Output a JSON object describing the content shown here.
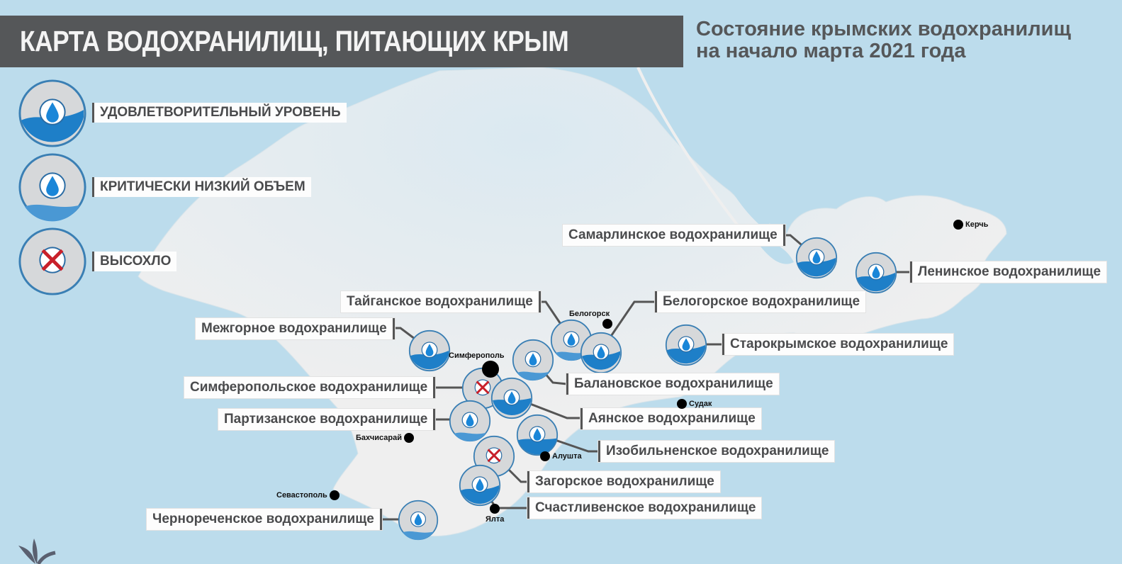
{
  "header": {
    "title": "КАРТА ВОДОХРАНИЛИЩ, ПИТАЮЩИХ КРЫМ",
    "subtitle_line1": "Состояние крымских водохранилищ",
    "subtitle_line2": "на начало марта 2021 года"
  },
  "legend": {
    "items": [
      {
        "status": "satisfactory",
        "label": "УДОВЛЕТВОРИТЕЛЬНЫЙ УРОВЕНЬ"
      },
      {
        "status": "critical",
        "label": "КРИТИЧЕСКИ НИЗКИЙ ОБЪЕМ"
      },
      {
        "status": "dry",
        "label": "ВЫСОХЛО"
      }
    ]
  },
  "colors": {
    "sea": "#bcdcec",
    "land": "#efefef",
    "title_bar": "#555759",
    "water_fill": "#1e7fc8",
    "icon_ring": "#3a7fb4",
    "icon_bg": "#d6d8da",
    "dry_cross": "#c8202a",
    "city_dot": "#000000"
  },
  "reservoirs": [
    {
      "name": "Самарлинское водохранилище",
      "status": "satisfactory"
    },
    {
      "name": "Ленинское водохранилище",
      "status": "satisfactory"
    },
    {
      "name": "Тайганское водохранилище",
      "status": "critical"
    },
    {
      "name": "Белогорское водохранилище",
      "status": "satisfactory"
    },
    {
      "name": "Межгорное водохранилище",
      "status": "satisfactory"
    },
    {
      "name": "Старокрымское водохранилище",
      "status": "satisfactory"
    },
    {
      "name": "Балановское водохранилище",
      "status": "critical"
    },
    {
      "name": "Симферопольское водохранилище",
      "status": "dry"
    },
    {
      "name": "Аянское водохранилище",
      "status": "satisfactory"
    },
    {
      "name": "Партизанское водохранилище",
      "status": "critical"
    },
    {
      "name": "Изобильненское водохранилище",
      "status": "satisfactory"
    },
    {
      "name": "Загорское водохранилище",
      "status": "dry"
    },
    {
      "name": "Счастливенское водохранилище",
      "status": "satisfactory"
    },
    {
      "name": "Чернореченское водохранилище",
      "status": "critical"
    }
  ],
  "cities": [
    {
      "name": "Керчь"
    },
    {
      "name": "Белогорск"
    },
    {
      "name": "Симферополь"
    },
    {
      "name": "Судак"
    },
    {
      "name": "Бахчисарай"
    },
    {
      "name": "Алушта"
    },
    {
      "name": "Севастополь"
    },
    {
      "name": "Ялта"
    }
  ]
}
